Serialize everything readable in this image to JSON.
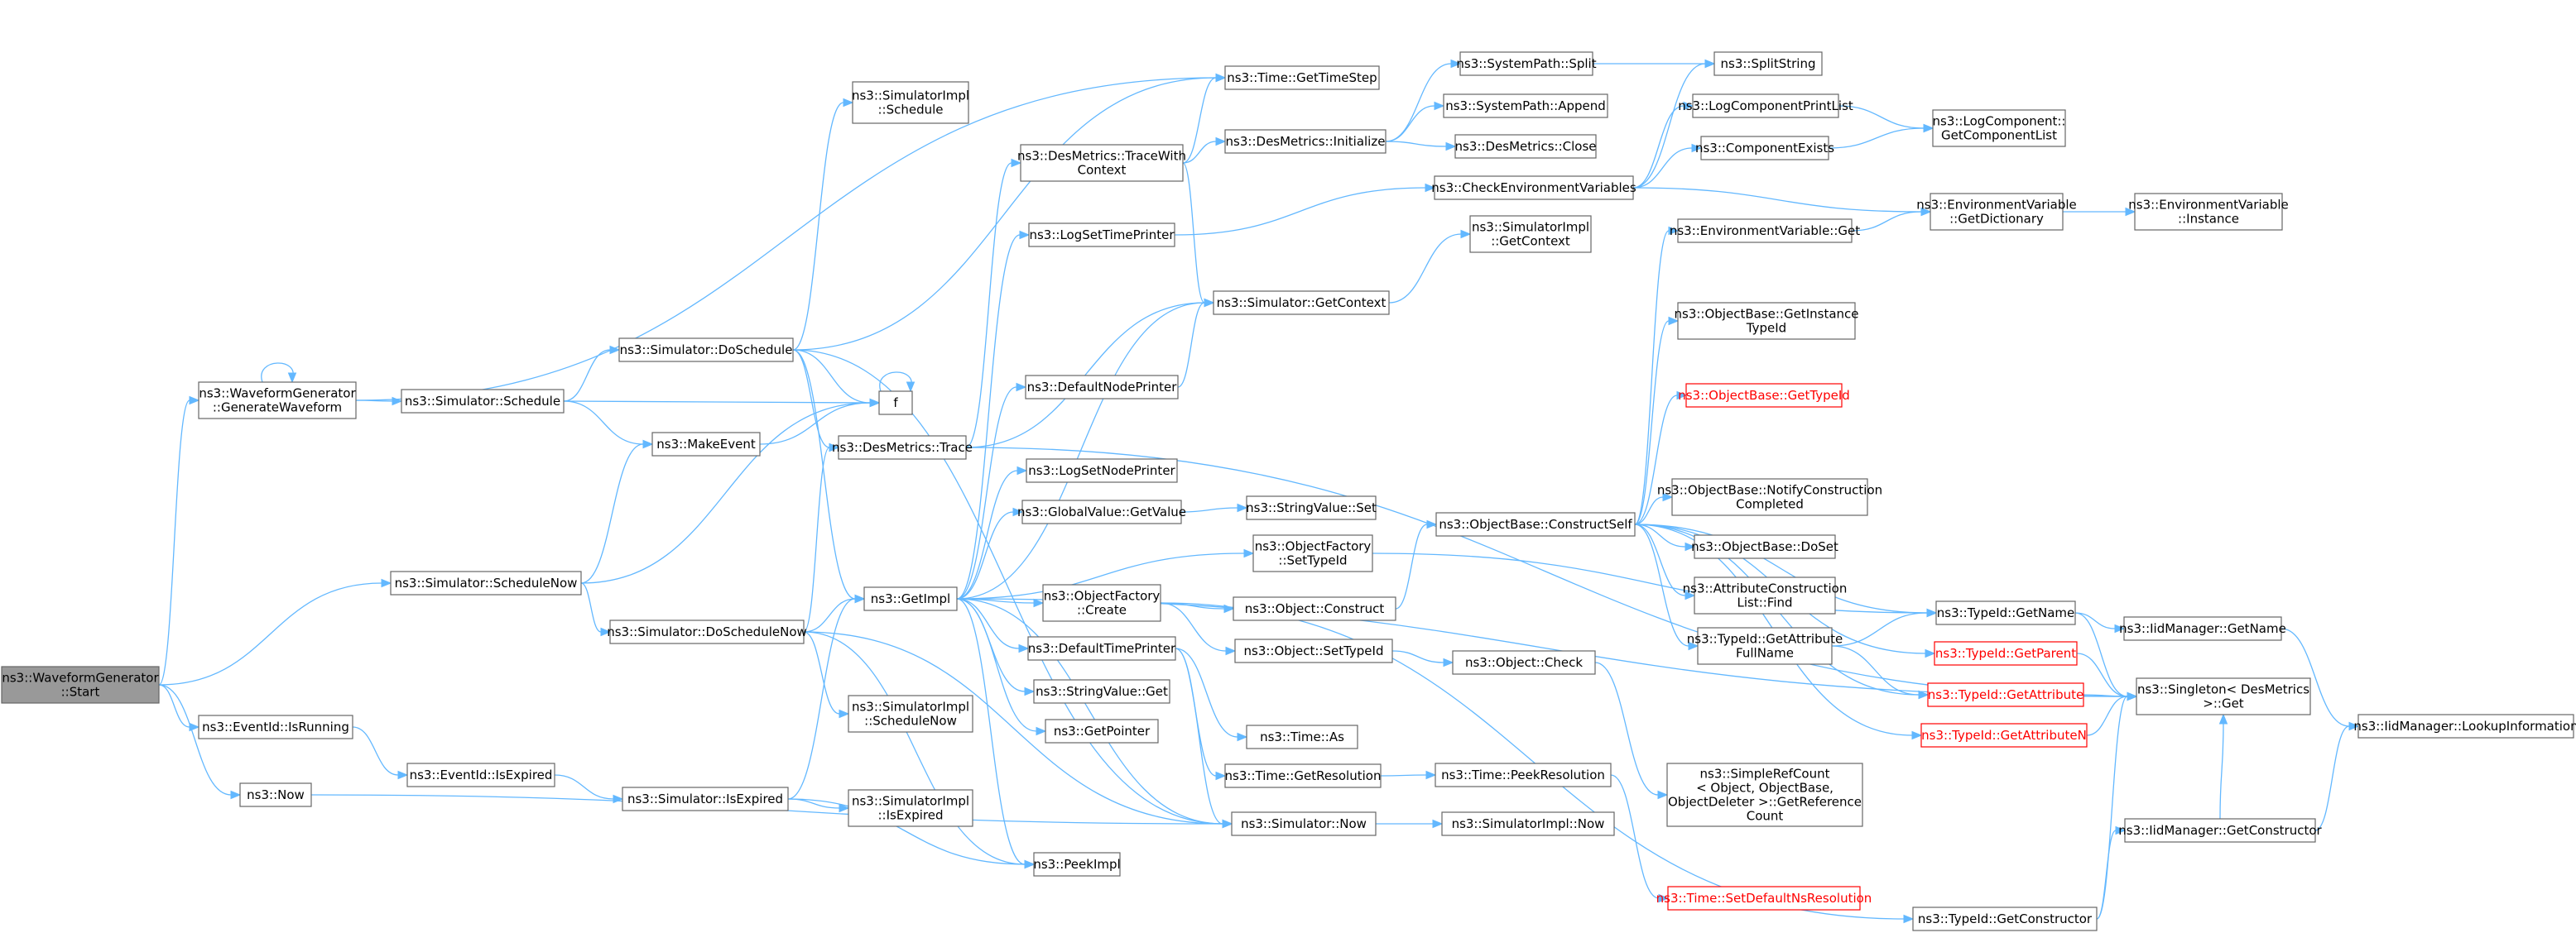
{
  "diagram": {
    "colors": {
      "edge": "#63b8ff",
      "node_border": "#666666",
      "root_fill": "#999999",
      "warn": "#ff0000"
    },
    "nodes": [
      {
        "id": "start",
        "lines": [
          "ns3::WaveformGenerator",
          "::Start"
        ],
        "style": "root"
      },
      {
        "id": "genwave",
        "lines": [
          "ns3::WaveformGenerator",
          "::GenerateWaveform"
        ]
      },
      {
        "id": "isrunning",
        "lines": [
          "ns3::EventId::IsRunning"
        ]
      },
      {
        "id": "now",
        "lines": [
          "ns3::Now"
        ]
      },
      {
        "id": "schedulenow",
        "lines": [
          "ns3::Simulator::ScheduleNow"
        ]
      },
      {
        "id": "schedule",
        "lines": [
          "ns3::Simulator::Schedule"
        ]
      },
      {
        "id": "eisexpired",
        "lines": [
          "ns3::EventId::IsExpired"
        ]
      },
      {
        "id": "doschedule",
        "lines": [
          "ns3::Simulator::DoSchedule"
        ]
      },
      {
        "id": "makeevent",
        "lines": [
          "ns3::MakeEvent"
        ]
      },
      {
        "id": "f",
        "lines": [
          "f"
        ]
      },
      {
        "id": "dostrace",
        "lines": [
          "ns3::DesMetrics::Trace"
        ]
      },
      {
        "id": "doschedulenow",
        "lines": [
          "ns3::Simulator::DoScheduleNow"
        ]
      },
      {
        "id": "sisexpired",
        "lines": [
          "ns3::Simulator::IsExpired"
        ]
      },
      {
        "id": "implschedule",
        "lines": [
          "ns3::SimulatorImpl",
          "::Schedule"
        ]
      },
      {
        "id": "getimpl",
        "lines": [
          "ns3::GetImpl"
        ]
      },
      {
        "id": "implschedulenow",
        "lines": [
          "ns3::SimulatorImpl",
          "::ScheduleNow"
        ]
      },
      {
        "id": "implisexpired",
        "lines": [
          "ns3::SimulatorImpl",
          "::IsExpired"
        ]
      },
      {
        "id": "peekimpl",
        "lines": [
          "ns3::PeekImpl"
        ]
      },
      {
        "id": "tracewith",
        "lines": [
          "ns3::DesMetrics::TraceWith",
          "Context"
        ]
      },
      {
        "id": "logsettime",
        "lines": [
          "ns3::LogSetTimePrinter"
        ]
      },
      {
        "id": "defnode",
        "lines": [
          "ns3::DefaultNodePrinter"
        ]
      },
      {
        "id": "logsetnode",
        "lines": [
          "ns3::LogSetNodePrinter"
        ]
      },
      {
        "id": "gvgetvalue",
        "lines": [
          "ns3::GlobalValue::GetValue"
        ]
      },
      {
        "id": "ofcreate",
        "lines": [
          "ns3::ObjectFactory",
          "::Create"
        ]
      },
      {
        "id": "deftime",
        "lines": [
          "ns3::DefaultTimePrinter"
        ]
      },
      {
        "id": "svget",
        "lines": [
          "ns3::StringValue::Get"
        ]
      },
      {
        "id": "getpointer",
        "lines": [
          "ns3::GetPointer"
        ]
      },
      {
        "id": "gettimestep",
        "lines": [
          "ns3::Time::GetTimeStep"
        ]
      },
      {
        "id": "dminit",
        "lines": [
          "ns3::DesMetrics::Initialize"
        ]
      },
      {
        "id": "getcontext",
        "lines": [
          "ns3::Simulator::GetContext"
        ]
      },
      {
        "id": "svset",
        "lines": [
          "ns3::StringValue::Set"
        ]
      },
      {
        "id": "ofsettypeid",
        "lines": [
          "ns3::ObjectFactory",
          "::SetTypeId"
        ]
      },
      {
        "id": "objconstruct",
        "lines": [
          "ns3::Object::Construct"
        ]
      },
      {
        "id": "objsettypeid",
        "lines": [
          "ns3::Object::SetTypeId"
        ]
      },
      {
        "id": "timeas",
        "lines": [
          "ns3::Time::As"
        ]
      },
      {
        "id": "getres",
        "lines": [
          "ns3::Time::GetResolution"
        ]
      },
      {
        "id": "simnow",
        "lines": [
          "ns3::Simulator::Now"
        ]
      },
      {
        "id": "spsplit",
        "lines": [
          "ns3::SystemPath::Split"
        ]
      },
      {
        "id": "spappend",
        "lines": [
          "ns3::SystemPath::Append"
        ]
      },
      {
        "id": "dmclose",
        "lines": [
          "ns3::DesMetrics::Close"
        ]
      },
      {
        "id": "checkenv",
        "lines": [
          "ns3::CheckEnvironmentVariables"
        ]
      },
      {
        "id": "implgetctx",
        "lines": [
          "ns3::SimulatorImpl",
          "::GetContext"
        ]
      },
      {
        "id": "constructself",
        "lines": [
          "ns3::ObjectBase::ConstructSelf"
        ]
      },
      {
        "id": "objcheck",
        "lines": [
          "ns3::Object::Check"
        ]
      },
      {
        "id": "peekres",
        "lines": [
          "ns3::Time::PeekResolution"
        ]
      },
      {
        "id": "implnow",
        "lines": [
          "ns3::SimulatorImpl::Now"
        ]
      },
      {
        "id": "splitstring",
        "lines": [
          "ns3::SplitString"
        ]
      },
      {
        "id": "logcompprint",
        "lines": [
          "ns3::LogComponentPrintList"
        ]
      },
      {
        "id": "compexists",
        "lines": [
          "ns3::ComponentExists"
        ]
      },
      {
        "id": "envget",
        "lines": [
          "ns3::EnvironmentVariable::Get"
        ]
      },
      {
        "id": "obgetinst",
        "lines": [
          "ns3::ObjectBase::GetInstance",
          "TypeId"
        ]
      },
      {
        "id": "obgettypeid",
        "lines": [
          "ns3::ObjectBase::GetTypeId"
        ],
        "style": "warn"
      },
      {
        "id": "obnotify",
        "lines": [
          "ns3::ObjectBase::NotifyConstruction",
          "Completed"
        ]
      },
      {
        "id": "obdoset",
        "lines": [
          "ns3::ObjectBase::DoSet"
        ]
      },
      {
        "id": "acfind",
        "lines": [
          "ns3::AttributeConstruction",
          "List::Find"
        ]
      },
      {
        "id": "tidgetattrfull",
        "lines": [
          "ns3::TypeId::GetAttribute",
          "FullName"
        ]
      },
      {
        "id": "srcgetref",
        "lines": [
          "ns3::SimpleRefCount",
          "< Object, ObjectBase,",
          "ObjectDeleter >::GetReference",
          "Count"
        ]
      },
      {
        "id": "setdefns",
        "lines": [
          "ns3::Time::SetDefaultNsResolution"
        ],
        "style": "warn"
      },
      {
        "id": "lcgetlist",
        "lines": [
          "ns3::LogComponent::",
          "GetComponentList"
        ]
      },
      {
        "id": "evgetdict",
        "lines": [
          "ns3::EnvironmentVariable",
          "::GetDictionary"
        ]
      },
      {
        "id": "evinstance",
        "lines": [
          "ns3::EnvironmentVariable",
          "::Instance"
        ]
      },
      {
        "id": "tidgetname",
        "lines": [
          "ns3::TypeId::GetName"
        ]
      },
      {
        "id": "tidgetparent",
        "lines": [
          "ns3::TypeId::GetParent"
        ],
        "style": "warn"
      },
      {
        "id": "tidgetattr",
        "lines": [
          "ns3::TypeId::GetAttribute"
        ],
        "style": "warn"
      },
      {
        "id": "tidgetattrn",
        "lines": [
          "ns3::TypeId::GetAttributeN"
        ],
        "style": "warn"
      },
      {
        "id": "tidgetctor",
        "lines": [
          "ns3::TypeId::GetConstructor"
        ]
      },
      {
        "id": "singleton",
        "lines": [
          "ns3::Singleton< DesMetrics",
          " >::Get"
        ]
      },
      {
        "id": "iidgetname",
        "lines": [
          "ns3::IidManager::GetName"
        ]
      },
      {
        "id": "iidgetctor",
        "lines": [
          "ns3::IidManager::GetConstructor"
        ]
      },
      {
        "id": "iidlookup",
        "lines": [
          "ns3::IidManager::LookupInformation"
        ]
      }
    ],
    "edges": [
      [
        "start",
        "genwave"
      ],
      [
        "start",
        "isrunning"
      ],
      [
        "start",
        "now"
      ],
      [
        "start",
        "schedulenow"
      ],
      [
        "genwave",
        "genwave"
      ],
      [
        "genwave",
        "gettimestep"
      ],
      [
        "genwave",
        "schedule"
      ],
      [
        "schedule",
        "doschedule"
      ],
      [
        "schedule",
        "f"
      ],
      [
        "schedule",
        "makeevent"
      ],
      [
        "doschedule",
        "implschedule"
      ],
      [
        "doschedule",
        "dostrace"
      ],
      [
        "doschedule",
        "f"
      ],
      [
        "doschedule",
        "getimpl"
      ],
      [
        "doschedule",
        "gettimestep"
      ],
      [
        "doschedule",
        "simnow"
      ],
      [
        "makeevent",
        "f"
      ],
      [
        "f",
        "f"
      ],
      [
        "dostrace",
        "tracewith"
      ],
      [
        "dostrace",
        "getcontext"
      ],
      [
        "schedulenow",
        "makeevent"
      ],
      [
        "schedulenow",
        "f"
      ],
      [
        "schedulenow",
        "doschedulenow"
      ],
      [
        "doschedulenow",
        "dostrace"
      ],
      [
        "doschedulenow",
        "getimpl"
      ],
      [
        "doschedulenow",
        "implschedulenow"
      ],
      [
        "doschedulenow",
        "simnow"
      ],
      [
        "doschedulenow",
        "peekimpl"
      ],
      [
        "isrunning",
        "eisexpired"
      ],
      [
        "eisexpired",
        "sisexpired"
      ],
      [
        "sisexpired",
        "getimpl"
      ],
      [
        "sisexpired",
        "implisexpired"
      ],
      [
        "sisexpired",
        "peekimpl"
      ],
      [
        "now",
        "simnow"
      ],
      [
        "getimpl",
        "logsettime"
      ],
      [
        "getimpl",
        "defnode"
      ],
      [
        "getimpl",
        "logsetnode"
      ],
      [
        "getimpl",
        "gvgetvalue"
      ],
      [
        "getimpl",
        "ofsettypeid"
      ],
      [
        "getimpl",
        "ofcreate"
      ],
      [
        "getimpl",
        "deftime"
      ],
      [
        "getimpl",
        "svget"
      ],
      [
        "getimpl",
        "getpointer"
      ],
      [
        "getimpl",
        "peekimpl"
      ],
      [
        "getimpl",
        "getcontext"
      ],
      [
        "getimpl",
        "simnow"
      ],
      [
        "getimpl",
        "singleton"
      ],
      [
        "tracewith",
        "gettimestep"
      ],
      [
        "tracewith",
        "dminit"
      ],
      [
        "tracewith",
        "getcontext"
      ],
      [
        "dminit",
        "spsplit"
      ],
      [
        "dminit",
        "spappend"
      ],
      [
        "dminit",
        "dmclose"
      ],
      [
        "spsplit",
        "splitstring"
      ],
      [
        "logsettime",
        "checkenv"
      ],
      [
        "checkenv",
        "splitstring"
      ],
      [
        "checkenv",
        "logcompprint"
      ],
      [
        "checkenv",
        "compexists"
      ],
      [
        "checkenv",
        "evgetdict"
      ],
      [
        "logcompprint",
        "lcgetlist"
      ],
      [
        "compexists",
        "lcgetlist"
      ],
      [
        "evgetdict",
        "evinstance"
      ],
      [
        "getcontext",
        "implgetctx"
      ],
      [
        "defnode",
        "getcontext"
      ],
      [
        "gvgetvalue",
        "svset"
      ],
      [
        "ofsettypeid",
        "tidgetname"
      ],
      [
        "ofcreate",
        "objconstruct"
      ],
      [
        "ofcreate",
        "objsettypeid"
      ],
      [
        "ofcreate",
        "tidgetctor"
      ],
      [
        "objconstruct",
        "constructself"
      ],
      [
        "objsettypeid",
        "objcheck"
      ],
      [
        "objcheck",
        "srcgetref"
      ],
      [
        "deftime",
        "timeas"
      ],
      [
        "deftime",
        "getres"
      ],
      [
        "deftime",
        "simnow"
      ],
      [
        "getres",
        "peekres"
      ],
      [
        "peekres",
        "setdefns"
      ],
      [
        "simnow",
        "implnow"
      ],
      [
        "constructself",
        "envget"
      ],
      [
        "constructself",
        "obgetinst"
      ],
      [
        "constructself",
        "obgettypeid"
      ],
      [
        "constructself",
        "obnotify"
      ],
      [
        "constructself",
        "obdoset"
      ],
      [
        "constructself",
        "acfind"
      ],
      [
        "constructself",
        "tidgetattrfull"
      ],
      [
        "constructself",
        "tidgetname"
      ],
      [
        "constructself",
        "tidgetparent"
      ],
      [
        "constructself",
        "tidgetattr"
      ],
      [
        "constructself",
        "tidgetattrn"
      ],
      [
        "envget",
        "evgetdict"
      ],
      [
        "tidgetattrfull",
        "tidgetname"
      ],
      [
        "tidgetattrfull",
        "tidgetattr"
      ],
      [
        "tidgetname",
        "iidgetname"
      ],
      [
        "tidgetname",
        "singleton"
      ],
      [
        "tidgetparent",
        "singleton"
      ],
      [
        "tidgetattr",
        "singleton"
      ],
      [
        "tidgetattrn",
        "singleton"
      ],
      [
        "tidgetctor",
        "iidgetctor"
      ],
      [
        "tidgetctor",
        "singleton"
      ],
      [
        "iidgetname",
        "iidlookup"
      ],
      [
        "iidgetctor",
        "iidlookup"
      ],
      [
        "iidgetctor",
        "singleton"
      ],
      [
        "dostrace",
        "singleton"
      ]
    ]
  }
}
